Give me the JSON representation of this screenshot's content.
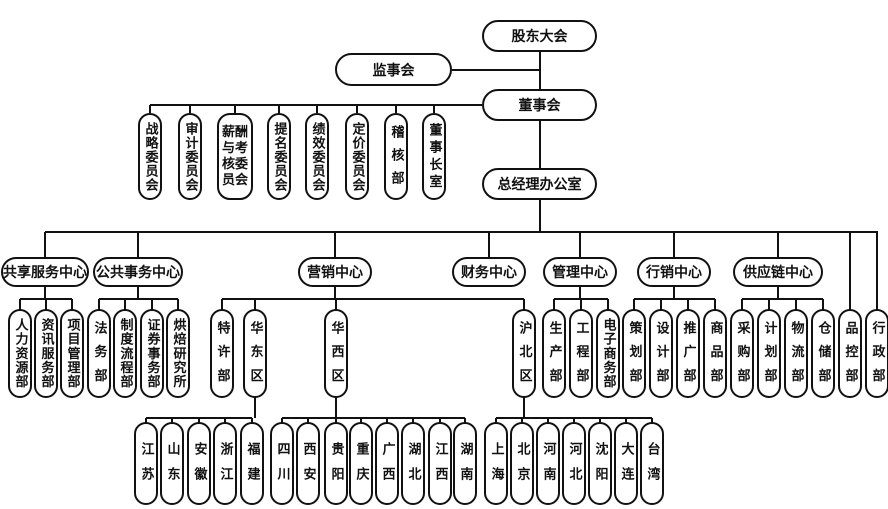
{
  "top": {
    "shareholders": "股东大会",
    "supervisory": "监事会",
    "board": "董事会",
    "gm_office": "总经理办公室"
  },
  "committees": [
    "战略委员会",
    "审计委员会",
    "薪酬与考核委员会",
    "提名委员会",
    "绩效委员会",
    "定价委员会",
    "稽核部",
    "董事长室"
  ],
  "centers": [
    {
      "label": "共享服务中心",
      "children": [
        {
          "label": "人力资源部"
        },
        {
          "label": "资讯服务部"
        },
        {
          "label": "项目管理部"
        }
      ]
    },
    {
      "label": "公共事务中心",
      "children": [
        {
          "label": "法务部"
        },
        {
          "label": "制度流程部"
        },
        {
          "label": "证券事务部"
        },
        {
          "label": "烘焙研究所"
        }
      ]
    },
    {
      "label": "营销中心",
      "children": [
        {
          "label": "特许部"
        },
        {
          "label": "华东区",
          "children": [
            "江苏",
            "山东",
            "安徽",
            "浙江",
            "福建"
          ]
        },
        {
          "label": "华西区",
          "children": [
            "四川",
            "西安",
            "贵阳",
            "重庆",
            "广西",
            "湖北",
            "江西",
            "湖南"
          ]
        },
        {
          "label": "沪北区",
          "children": [
            "上海",
            "北京",
            "河南",
            "河北",
            "沈阳",
            "大连",
            "台湾"
          ]
        }
      ]
    },
    {
      "label": "财务中心",
      "children": []
    },
    {
      "label": "管理中心",
      "children": [
        {
          "label": "生产部"
        },
        {
          "label": "工程部"
        },
        {
          "label": "电子商务部"
        }
      ]
    },
    {
      "label": "行销中心",
      "children": [
        {
          "label": "策划部"
        },
        {
          "label": "设计部"
        },
        {
          "label": "推广部"
        },
        {
          "label": "商品部"
        }
      ]
    },
    {
      "label": "供应链中心",
      "children": [
        {
          "label": "采购部"
        },
        {
          "label": "计划部"
        },
        {
          "label": "物流部"
        },
        {
          "label": "仓储部"
        }
      ]
    }
  ],
  "standalone": [
    "品控部",
    "行政部"
  ],
  "colors": {
    "line": "#111111",
    "box_fill": "#ffffff"
  }
}
